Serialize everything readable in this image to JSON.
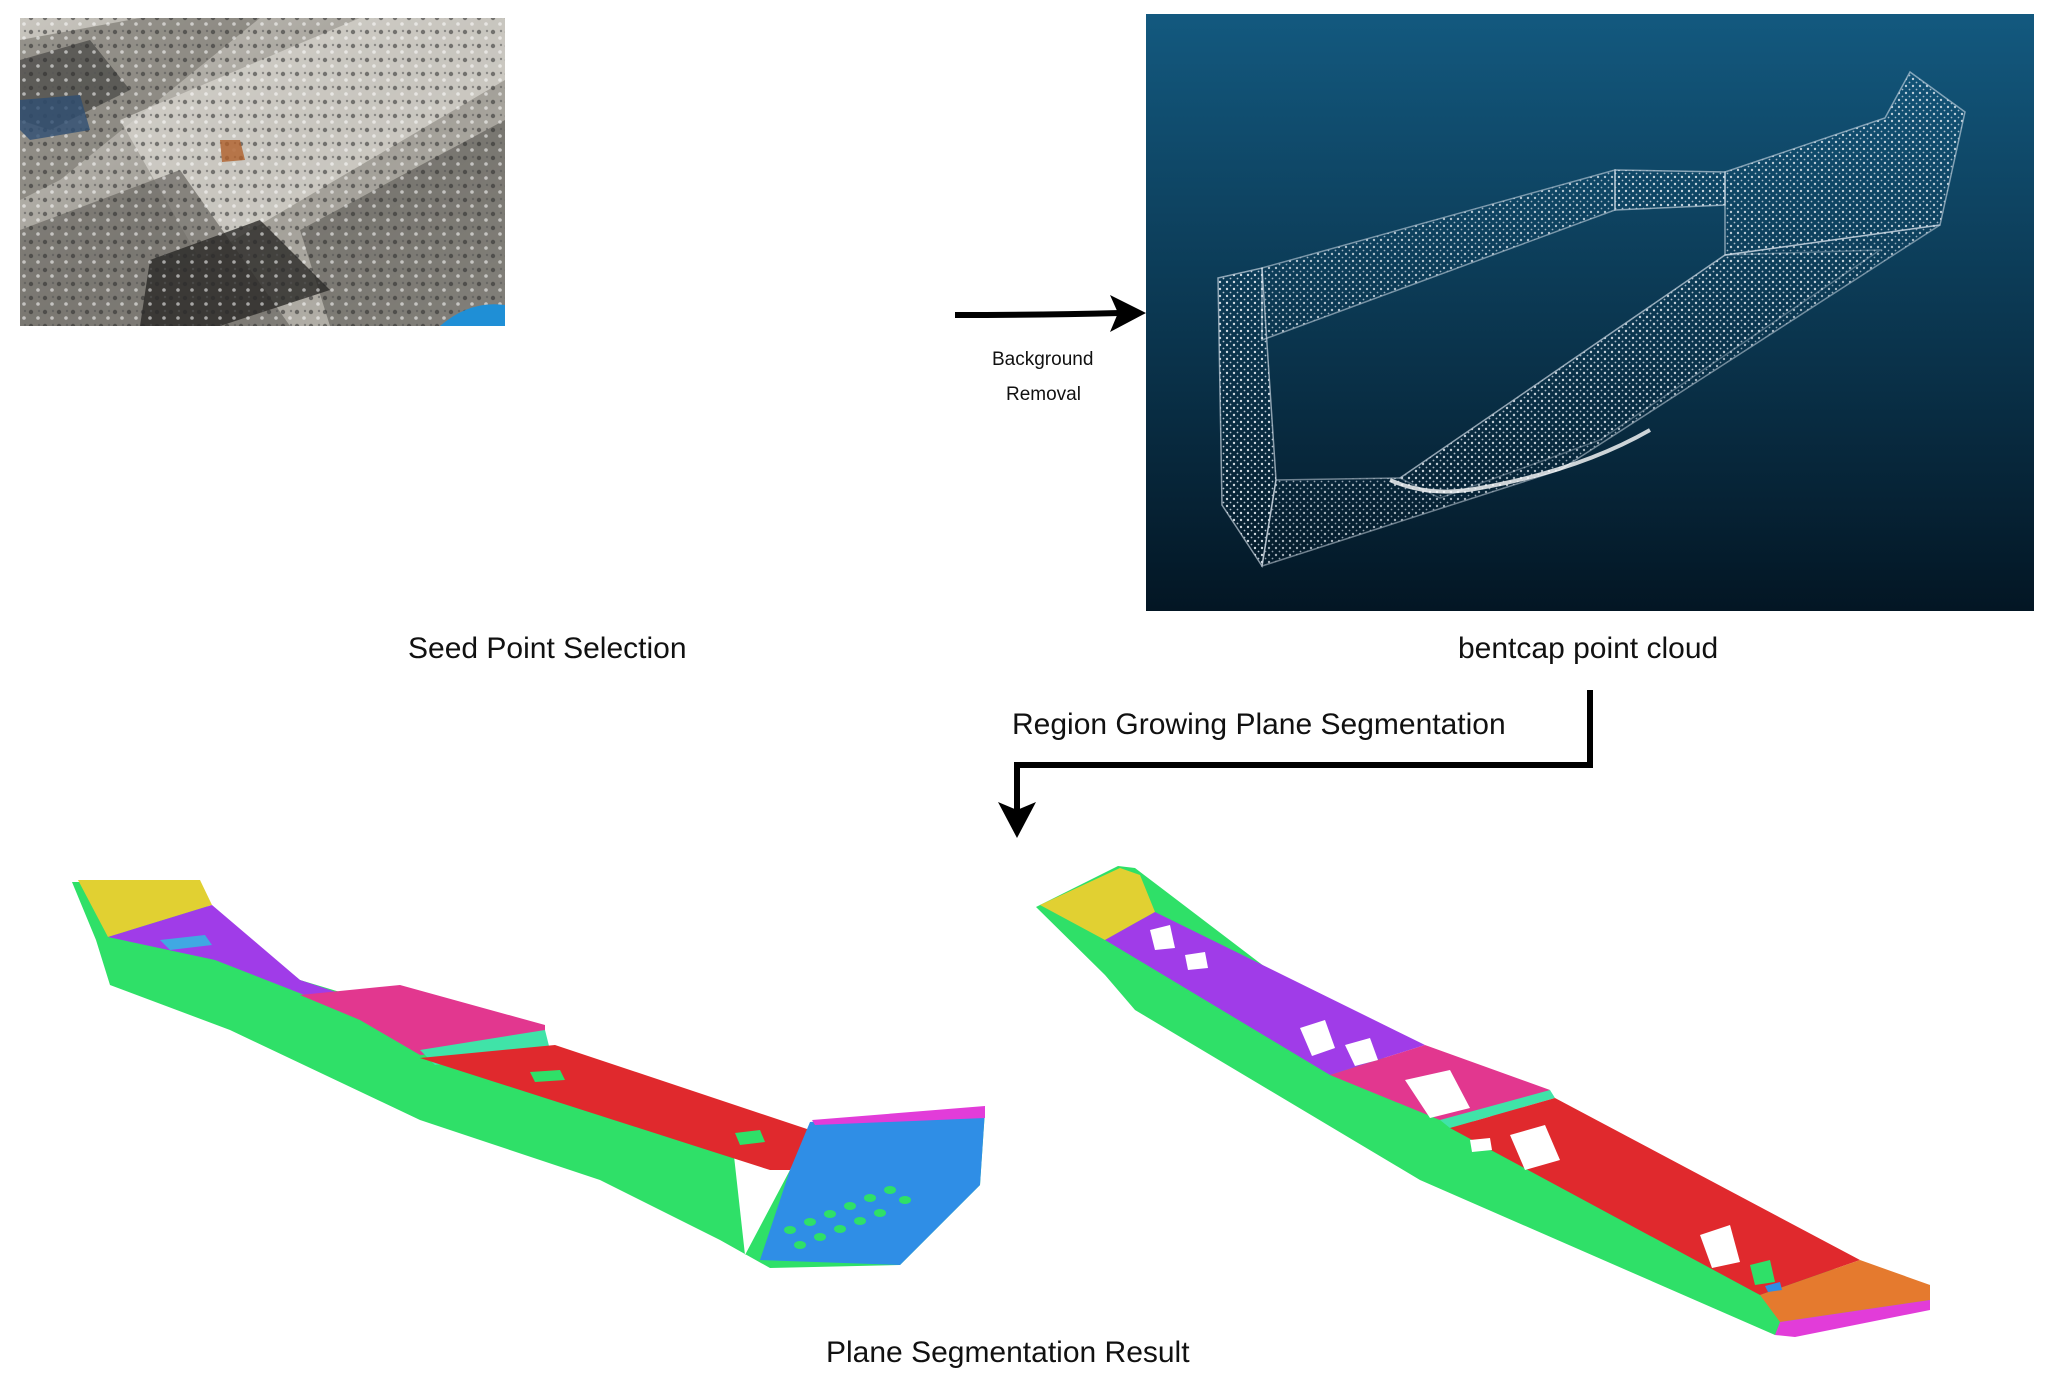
{
  "labels": {
    "seed": "Seed Point Selection",
    "cloud": "bentcap point cloud",
    "background_1": "Background",
    "background_2": "Removal",
    "region": "Region Growing Plane Segmentation",
    "result": "Plane Segmentation Result"
  },
  "colors": {
    "cloud_bg_top": "#13597f",
    "cloud_bg_bottom": "#031624",
    "green": "#2fe068",
    "purple": "#a03ce8",
    "red": "#e0292d",
    "magenta": "#e2378f",
    "yellow": "#e1d032",
    "blue": "#2f8ee6",
    "pink": "#e23cd9",
    "orange": "#e57a2e",
    "teal": "#40e3a8"
  }
}
